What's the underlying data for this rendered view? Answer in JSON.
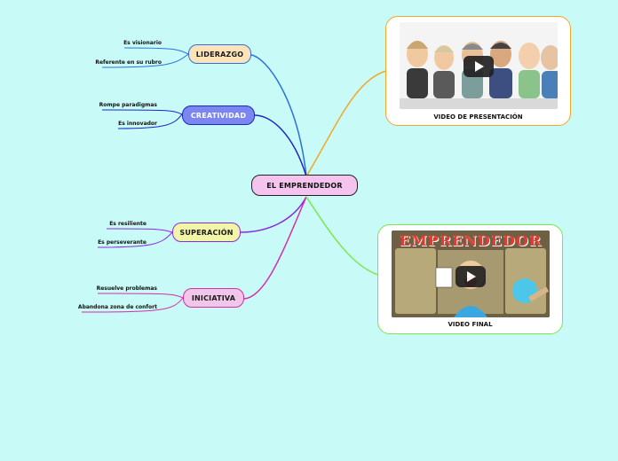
{
  "central": {
    "label": "EL EMPRENDEDOR"
  },
  "branches": [
    {
      "label": "LIDERAZGO",
      "leaves": [
        "Es visionario",
        "Referente en su rubro"
      ],
      "color": "#2e6fe0",
      "fill": "#fde3b7",
      "border": "#2e6fe0",
      "text": "#1a1a1a"
    },
    {
      "label": "CREATIVIDAD",
      "leaves": [
        "Rompe paradigmas",
        "Es innovador"
      ],
      "color": "#1c27c9",
      "fill": "#7b86f0",
      "border": "#1c27c9",
      "text": "#ffffff"
    },
    {
      "label": "SUPERACIÓN",
      "leaves": [
        "Es resiliente",
        "Es perseverante"
      ],
      "color": "#8a2be2",
      "fill": "#f2f5a8",
      "border": "#8a2be2",
      "text": "#1a1a1a"
    },
    {
      "label": "INICIATIVA",
      "leaves": [
        "Resuelve problemas",
        "Abandona zona de confort"
      ],
      "color": "#d42ea8",
      "fill": "#f2c6e8",
      "border": "#d42ea8",
      "text": "#1a1a1a"
    }
  ],
  "videos": [
    {
      "caption": "VIDEO DE PRESENTACIÓN",
      "color": "#f5a623",
      "play_icon": "play-icon",
      "thumbnail": "cartoon-characters-thumbnail"
    },
    {
      "caption": "VIDEO FINAL",
      "color": "#7ee64a",
      "play_icon": "play-icon",
      "thumbnail": "emprendedor-whiteboard-thumbnail",
      "thumbnail_title": "EMPRENDEDOR"
    }
  ]
}
